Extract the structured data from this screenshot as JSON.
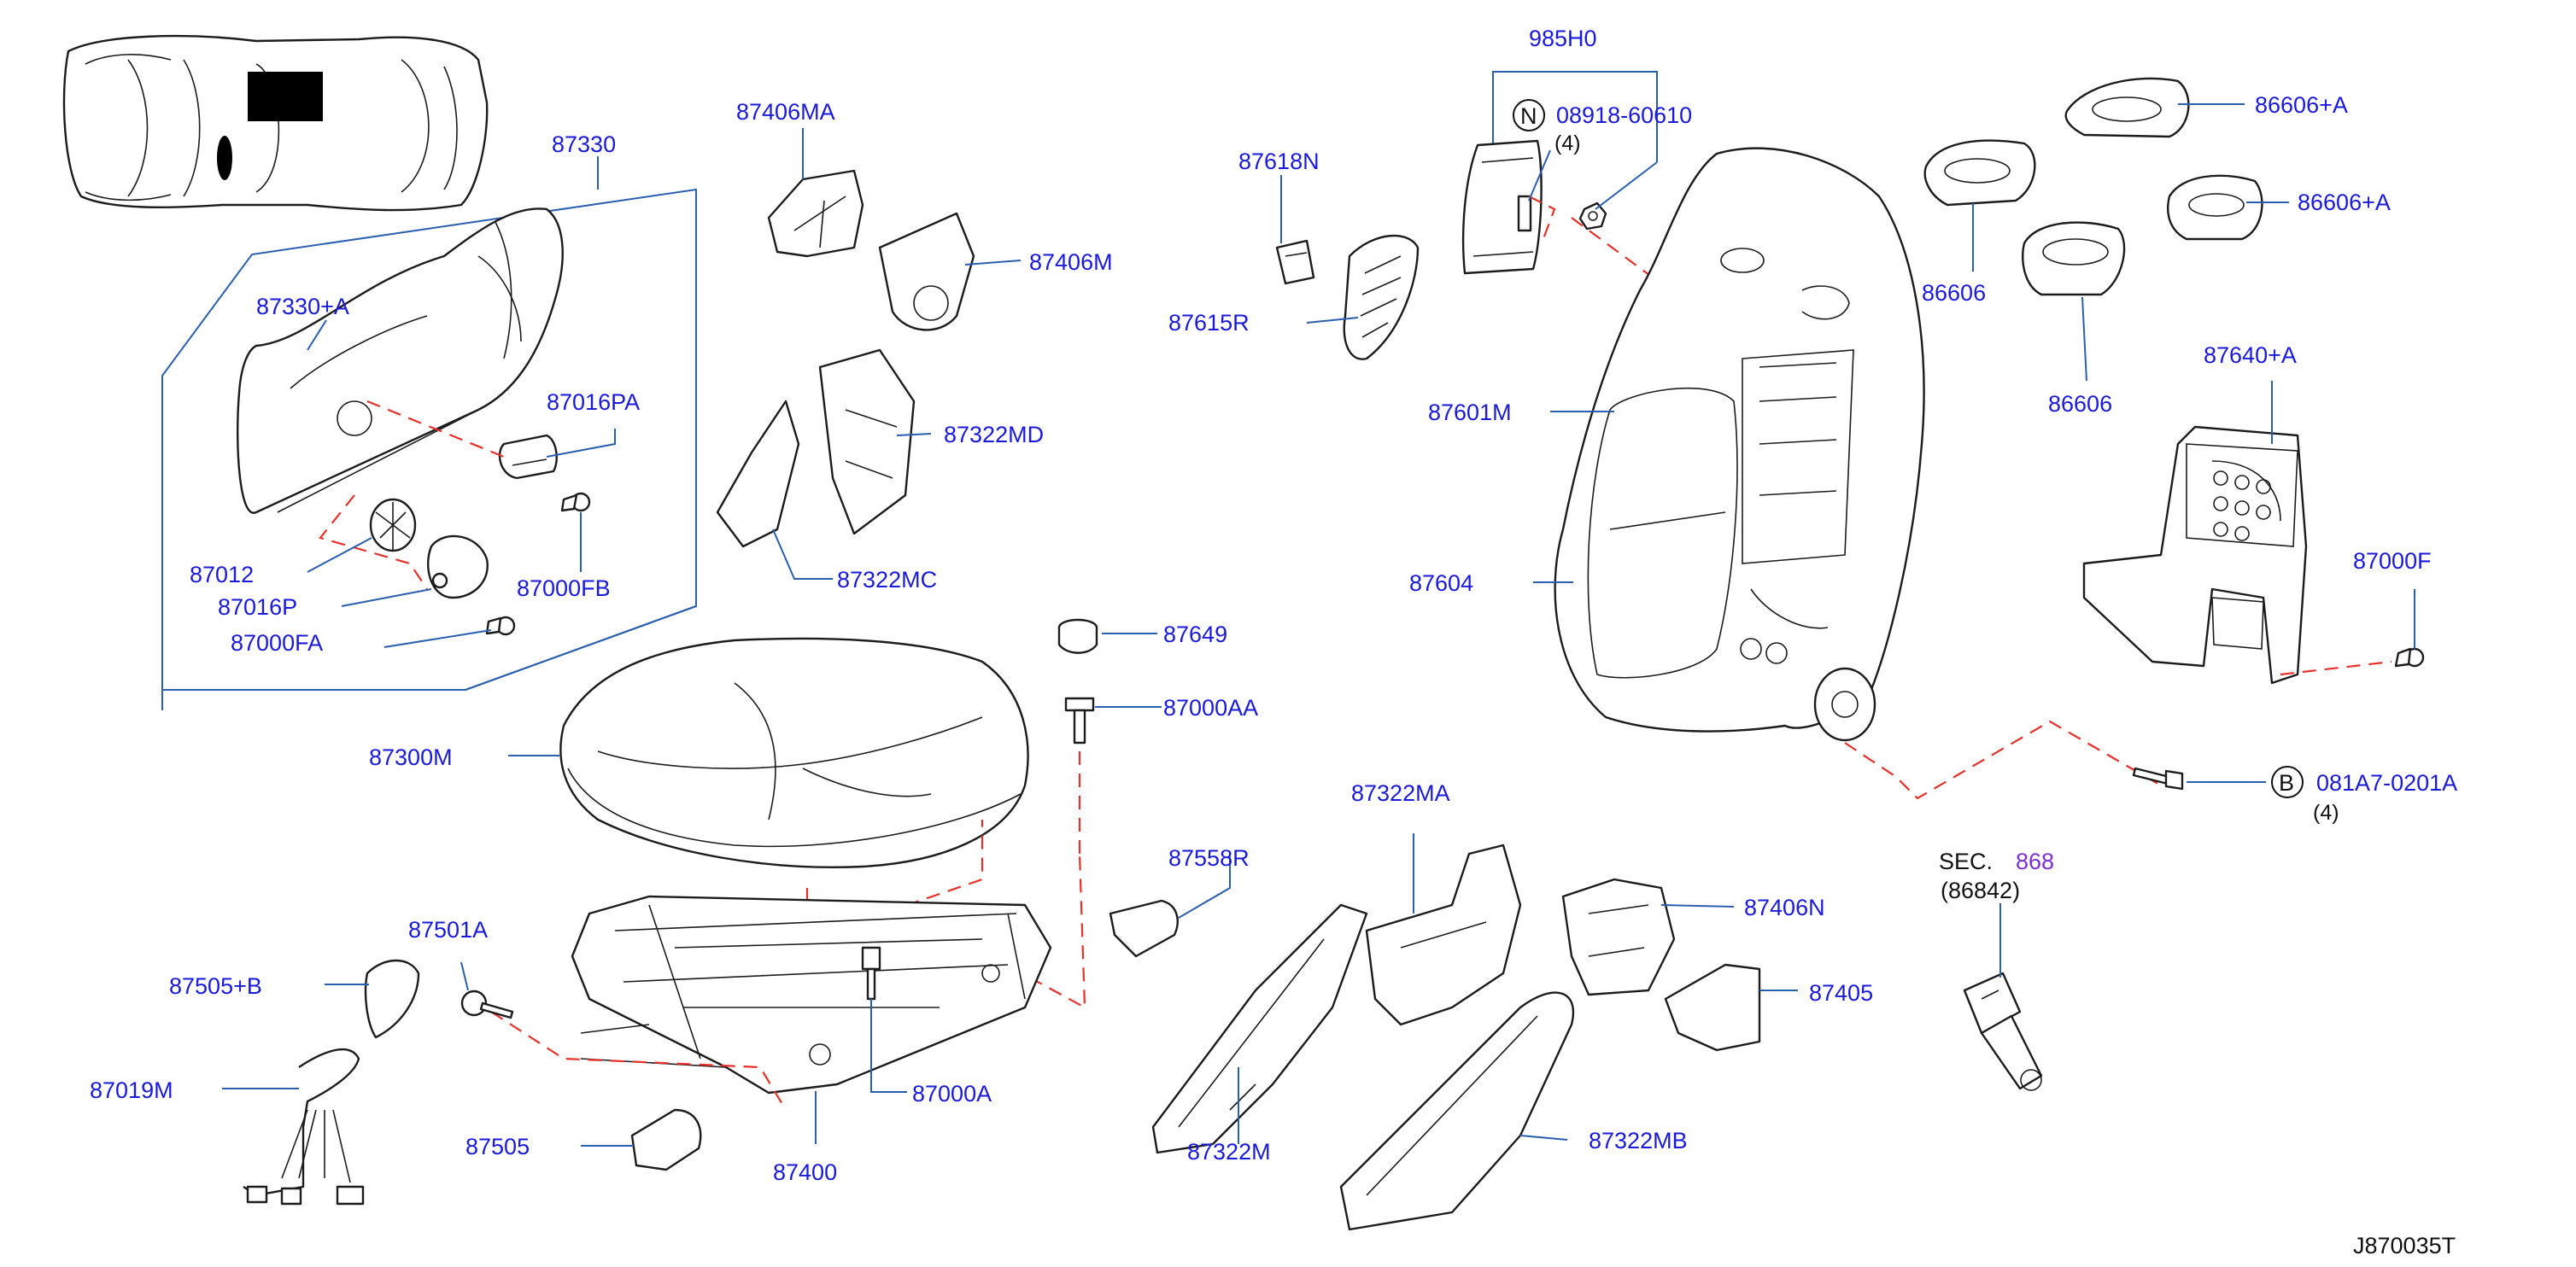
{
  "diagram_code": "J870035T",
  "section_ref": {
    "prefix": "SEC.",
    "number": "868",
    "sub": "(86842)"
  },
  "callouts": {
    "c87330": "87330",
    "c87330A": "87330+A",
    "c87016PA": "87016PA",
    "c87012": "87012",
    "c87016P": "87016P",
    "c87000FA": "87000FA",
    "c87000FB": "87000FB",
    "c87406MA": "87406MA",
    "c87406M": "87406M",
    "c87322MD": "87322MD",
    "c87322MC": "87322MC",
    "c87618N": "87618N",
    "c87615R": "87615R",
    "c985H0": "985H0",
    "c08918": "08918-60610",
    "c08918_qty": "(4)",
    "c87601M": "87601M",
    "c87604": "87604",
    "c86606A1": "86606+A",
    "c86606A2": "86606+A",
    "c86606_1": "86606",
    "c86606_2": "86606",
    "c87640A": "87640+A",
    "c87000F": "87000F",
    "c081A7": "081A7-0201A",
    "c081A7_qty": "(4)",
    "c87649": "87649",
    "c87000AA": "87000AA",
    "c87300M": "87300M",
    "c87558R": "87558R",
    "c87322MA": "87322MA",
    "c87406N": "87406N",
    "c87405": "87405",
    "c87501A": "87501A",
    "c87505B": "87505+B",
    "c87019M": "87019M",
    "c87505": "87505",
    "c87400": "87400",
    "c87000A": "87000A",
    "c87322M": "87322M",
    "c87322MB": "87322MB"
  },
  "symbols": {
    "n": "N",
    "b": "B"
  },
  "colors": {
    "label": "#1a1adb",
    "leader": "#2a5fb0",
    "phantom": "#e8302a",
    "section": "#7b2fd6"
  }
}
